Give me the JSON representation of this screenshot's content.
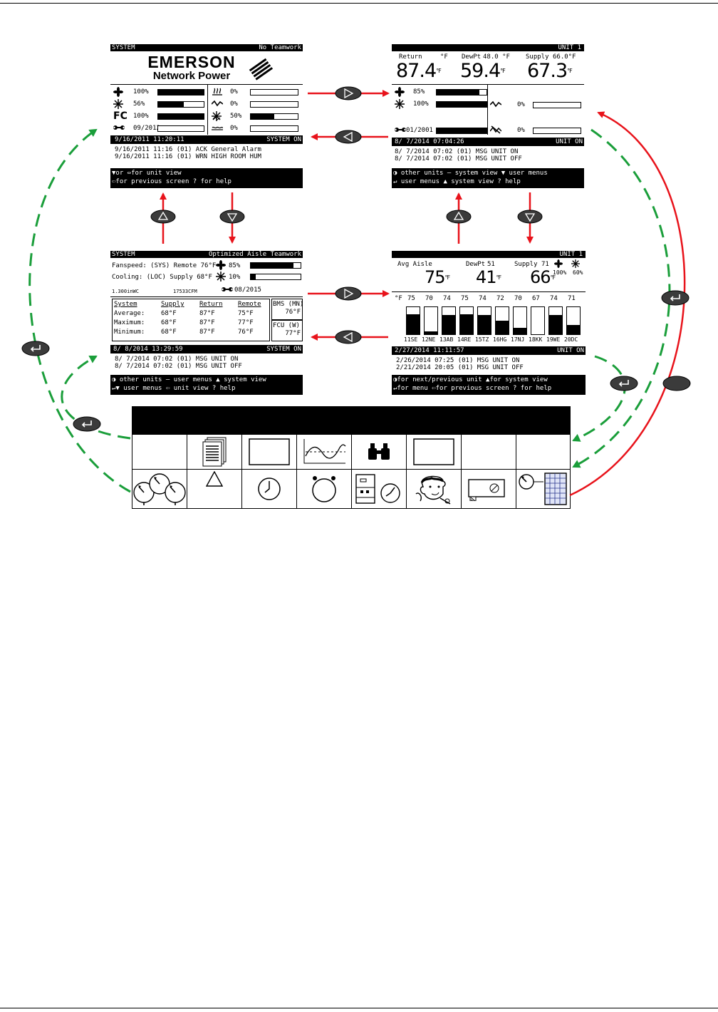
{
  "colors": {
    "accent_red": "#e8131b",
    "accent_green": "#1a9e3a",
    "button_fill": "#3b3b3b"
  },
  "screens": {
    "system_status": {
      "header_left": "SYSTEM",
      "header_right": "No Teamwork",
      "logo_line1": "EMERSON",
      "logo_line2": "Network Power",
      "left_rows": [
        {
          "icon": "fan-icon",
          "value": "100%",
          "fill": 1.0
        },
        {
          "icon": "snowflake-icon",
          "value": "56%",
          "fill": 0.56
        },
        {
          "icon": "fc-label",
          "label": "FC",
          "value": "100%",
          "fill": 1.0
        },
        {
          "icon": "wrench-icon",
          "value": "09/2012",
          "fill": 0.0
        }
      ],
      "right_rows": [
        {
          "icon": "reheat-icon",
          "value": "0%",
          "fill": 0.0
        },
        {
          "icon": "humidifier-icon",
          "value": "0%",
          "fill": 0.0
        },
        {
          "icon": "dehum-icon",
          "value": "50%",
          "fill": 0.5
        },
        {
          "icon": "water-icon",
          "value": "0%",
          "fill": 0.0
        }
      ],
      "status_bar_left": "9/16/2011 11:20:11",
      "status_bar_right": "SYSTEM ON",
      "events": [
        "9/16/2011 11:16 (01) ACK General Alarm",
        "9/16/2011 11:16 (01) WRN HIGH ROOM HUM"
      ],
      "help_line1": "▼or  ⇔for unit view",
      "help_line2": "⇦for previous screen       ? for help"
    },
    "unit_status": {
      "header_right": "UNIT 1",
      "return_label": "Return",
      "return_unit": "°F",
      "dewpt_label": "DewPt",
      "dewpt_set": "48.0 °F",
      "supply_label": "Supply",
      "supply_set": "66.0°F",
      "return_value": "87.4",
      "dewpt_value": "59.4",
      "supply_value": "67.3",
      "deg": "°F",
      "rows": [
        {
          "icon": "fan-icon",
          "value": "85%",
          "fill": 0.85
        },
        {
          "icon": "snowflake-icon",
          "value": "100%",
          "fill": 1.0
        },
        {
          "icon": "wrench-icon",
          "value": "01/2001",
          "fill": 1.0
        }
      ],
      "right_rows": [
        {
          "icon": "humidifier-icon",
          "value": "0%",
          "fill": 0.0
        },
        {
          "icon": "dehum-off-icon",
          "value": "0%",
          "fill": 0.0
        }
      ],
      "status_bar_left": "8/ 7/2014 07:04:26",
      "status_bar_right": "UNIT ON",
      "events": [
        "8/ 7/2014 07:02 (01) MSG UNIT ON",
        "8/ 7/2014 07:02 (01) MSG UNIT OFF"
      ],
      "help_line1": "◑ other units  – system view  ▼ user menus",
      "help_line2": "↵ user menus       ▲ system view     ? help"
    },
    "system_teamwork": {
      "header_left": "SYSTEM",
      "header_right": "Optimized Aisle Teamwork",
      "line1": "Fanspeed: (SYS) Remote   76°F",
      "fan_value": "85%",
      "fan_fill": 0.85,
      "line2": "Cooling: (LOC) Supply   68°F",
      "cool_value": "10%",
      "cool_fill": 0.1,
      "pressure": "1.300inWC",
      "airflow": "17533CFM",
      "service_date": "08/2015",
      "table_headers": [
        "System",
        "Supply",
        "Return",
        "Remote"
      ],
      "table_rows": [
        [
          "Average:",
          "68°F",
          "87°F",
          "75°F"
        ],
        [
          "Maximum:",
          "68°F",
          "87°F",
          "77°F"
        ],
        [
          "Minimum:",
          "68°F",
          "87°F",
          "76°F"
        ]
      ],
      "bms_label": "BMS (MN)",
      "bms_value": "76°F",
      "fcu_label": "FCU (W)",
      "fcu_value": "77°F",
      "status_bar_left": "8/ 8/2014 13:29:59",
      "status_bar_right": "SYSTEM ON",
      "events": [
        "8/ 7/2014 07:02 (01) MSG UNIT ON",
        "8/ 7/2014 07:02 (01) MSG UNIT OFF"
      ],
      "help_line1": "◑ other units  – user menus        ▲ system view",
      "help_line2": "↵▼ user menus    ⇦ unit view        ? help"
    },
    "unit_sensors": {
      "header_right": "UNIT 1",
      "avg_label": "Avg Aisle",
      "avg_value": "75",
      "dewpt_label": "DewPt",
      "dewpt_set": "51",
      "supply_label": "Supply",
      "supply_set": "71",
      "dewpt_value": "41",
      "supply_value": "66",
      "deg": "°F",
      "fan_value": "100%",
      "cool_value": "60%",
      "unit_label": "°F",
      "sensors": [
        {
          "temp": "75",
          "name": "11SE",
          "fill": 0.75
        },
        {
          "temp": "70",
          "name": "12NE",
          "fill": 0.1
        },
        {
          "temp": "74",
          "name": "13AB",
          "fill": 0.7
        },
        {
          "temp": "75",
          "name": "14RE",
          "fill": 0.75
        },
        {
          "temp": "74",
          "name": "15TZ",
          "fill": 0.7
        },
        {
          "temp": "72",
          "name": "16HG",
          "fill": 0.5
        },
        {
          "temp": "70",
          "name": "17NJ",
          "fill": 0.25
        },
        {
          "temp": "67",
          "name": "18KK",
          "fill": 0.0
        },
        {
          "temp": "74",
          "name": "19WE",
          "fill": 0.7
        },
        {
          "temp": "71",
          "name": "20DC",
          "fill": 0.35
        }
      ],
      "status_bar_left": "2/27/2014 11:11:57",
      "status_bar_right": "UNIT ON",
      "events": [
        "2/26/2014 07:25 (01) MSG UNIT ON",
        "2/21/2014 20:05 (01) MSG UNIT OFF"
      ],
      "help_line1": "◑for next/previous unit      ▲for system view",
      "help_line2": "↵for menu ⇦for previous screen    ? for help"
    }
  },
  "menu_icons": {
    "row1": [
      "",
      "document-stack-icon",
      "blank-panel-icon",
      "trend-graph-icon",
      "binoculars-icon",
      "blank-panel-icon",
      "",
      ""
    ],
    "row2": [
      "setpoints-gauges-icon",
      "alarm-triangle-icon",
      "clock-icon",
      "timer-icon",
      "unit-controller-icon",
      "service-technician-icon",
      "display-setup-icon",
      "sensor-panel-icon"
    ]
  }
}
